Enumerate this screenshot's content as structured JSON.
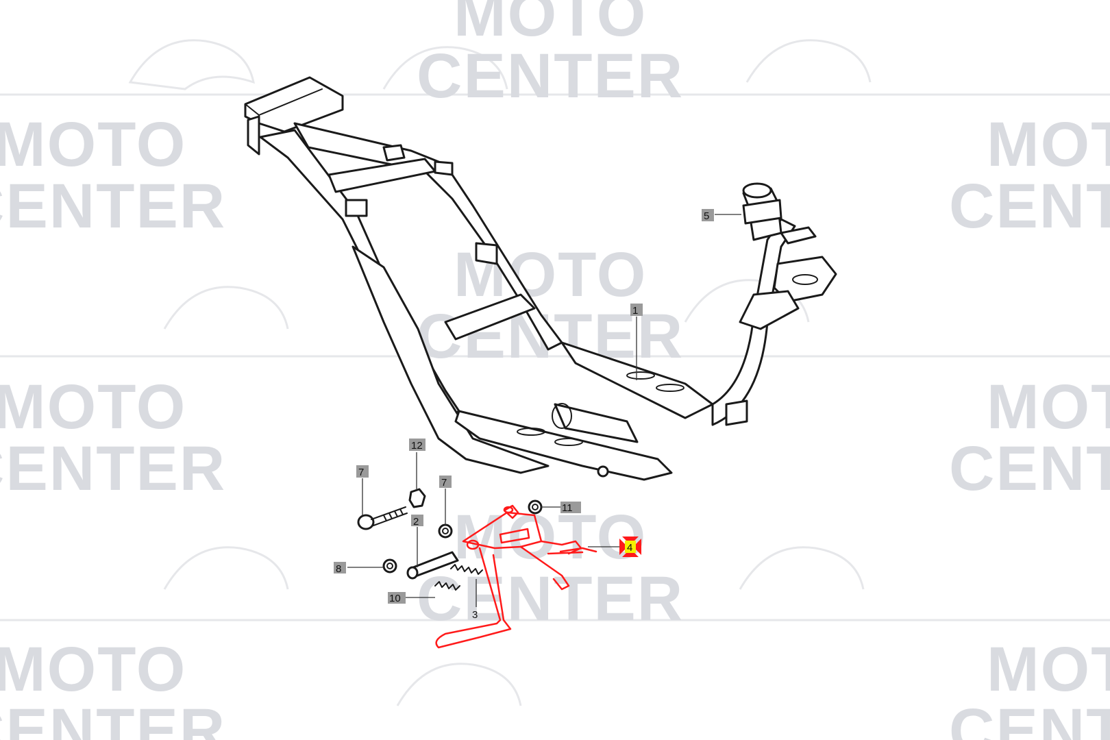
{
  "watermark": {
    "line1": "MOTO",
    "line2": "CENTER"
  },
  "callouts": [
    {
      "id": "1",
      "label": "1"
    },
    {
      "id": "2",
      "label": "2"
    },
    {
      "id": "3",
      "label": "3"
    },
    {
      "id": "4",
      "label": "4",
      "highlighted": true
    },
    {
      "id": "5",
      "label": "5"
    },
    {
      "id": "7a",
      "label": "7"
    },
    {
      "id": "7b",
      "label": "7"
    },
    {
      "id": "8",
      "label": "8"
    },
    {
      "id": "10",
      "label": "10"
    },
    {
      "id": "11",
      "label": "11"
    },
    {
      "id": "12",
      "label": "12"
    }
  ],
  "colors": {
    "highlight_part": "#ff1a1a",
    "highlight_label": "#f4f000",
    "label_box": "#9a9a9a",
    "watermark": "#d9dbe0"
  }
}
